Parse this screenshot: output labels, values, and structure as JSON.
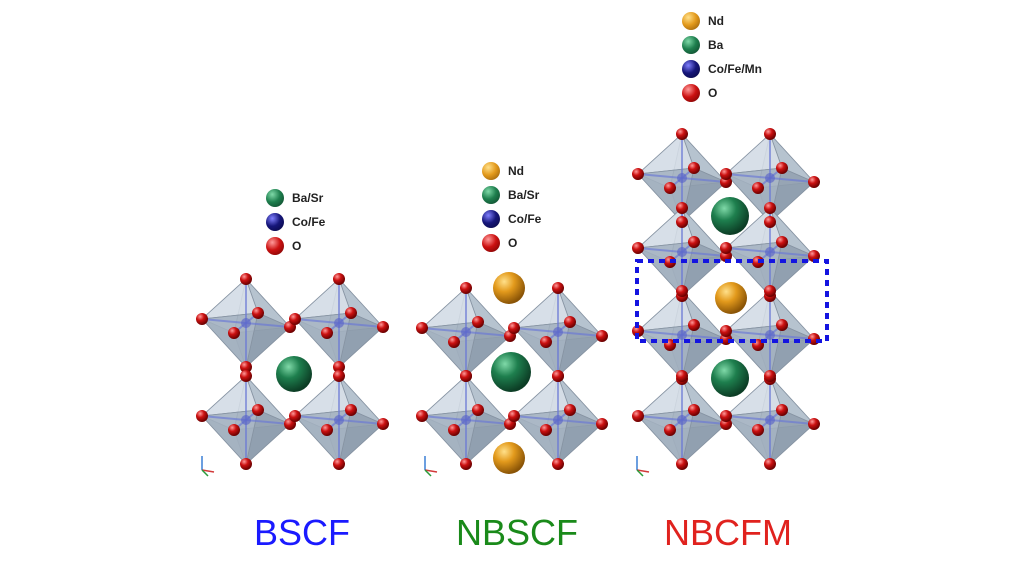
{
  "structures": [
    {
      "id": "bscf",
      "caption": "BSCF",
      "caption_color": "#1a1aff",
      "legend": [
        {
          "label": "Ba/Sr",
          "color": "#1e7f4e"
        },
        {
          "label": "Co/Fe",
          "color": "#16167a"
        },
        {
          "label": "O",
          "color": "#cc1111"
        }
      ]
    },
    {
      "id": "nbscf",
      "caption": "NBSCF",
      "caption_color": "#1a8a1a",
      "legend": [
        {
          "label": "Nd",
          "color": "#e39a1c"
        },
        {
          "label": "Ba/Sr",
          "color": "#1e7f4e"
        },
        {
          "label": "Co/Fe",
          "color": "#16167a"
        },
        {
          "label": "O",
          "color": "#cc1111"
        }
      ]
    },
    {
      "id": "nbcfm",
      "caption": "NBCFM",
      "caption_color": "#e0221e",
      "legend": [
        {
          "label": "Nd",
          "color": "#e39a1c"
        },
        {
          "label": "Ba",
          "color": "#1e7f4e"
        },
        {
          "label": "Co/Fe/Mn",
          "color": "#16167a"
        },
        {
          "label": "O",
          "color": "#cc1111"
        }
      ]
    }
  ],
  "highlight_color": "#1414e0",
  "octahedron_color": "#b9c6d3"
}
